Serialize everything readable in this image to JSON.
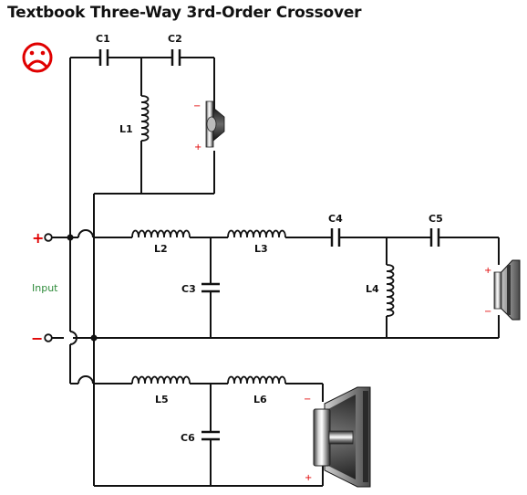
{
  "title": "Textbook Three-Way 3rd-Order Crossover",
  "status_icon": "sad-face-icon",
  "input": {
    "label": "Input",
    "plus": "+",
    "minus": "−"
  },
  "components": {
    "C1": "C1",
    "C2": "C2",
    "C3": "C3",
    "C4": "C4",
    "C5": "C5",
    "C6": "C6",
    "L1": "L1",
    "L2": "L2",
    "L3": "L3",
    "L4": "L4",
    "L5": "L5",
    "L6": "L6"
  },
  "drivers": {
    "tweeter": {
      "icon": "tweeter-icon",
      "top_polarity": "−",
      "bottom_polarity": "+"
    },
    "midrange": {
      "icon": "midrange-speaker-icon",
      "top_polarity": "+",
      "bottom_polarity": "−"
    },
    "woofer": {
      "icon": "woofer-speaker-icon",
      "top_polarity": "−",
      "bottom_polarity": "+"
    }
  },
  "colors": {
    "wire": "#111111",
    "polarity": "#e00000",
    "input_label": "#2e8b3a",
    "warning": "#e00000"
  }
}
